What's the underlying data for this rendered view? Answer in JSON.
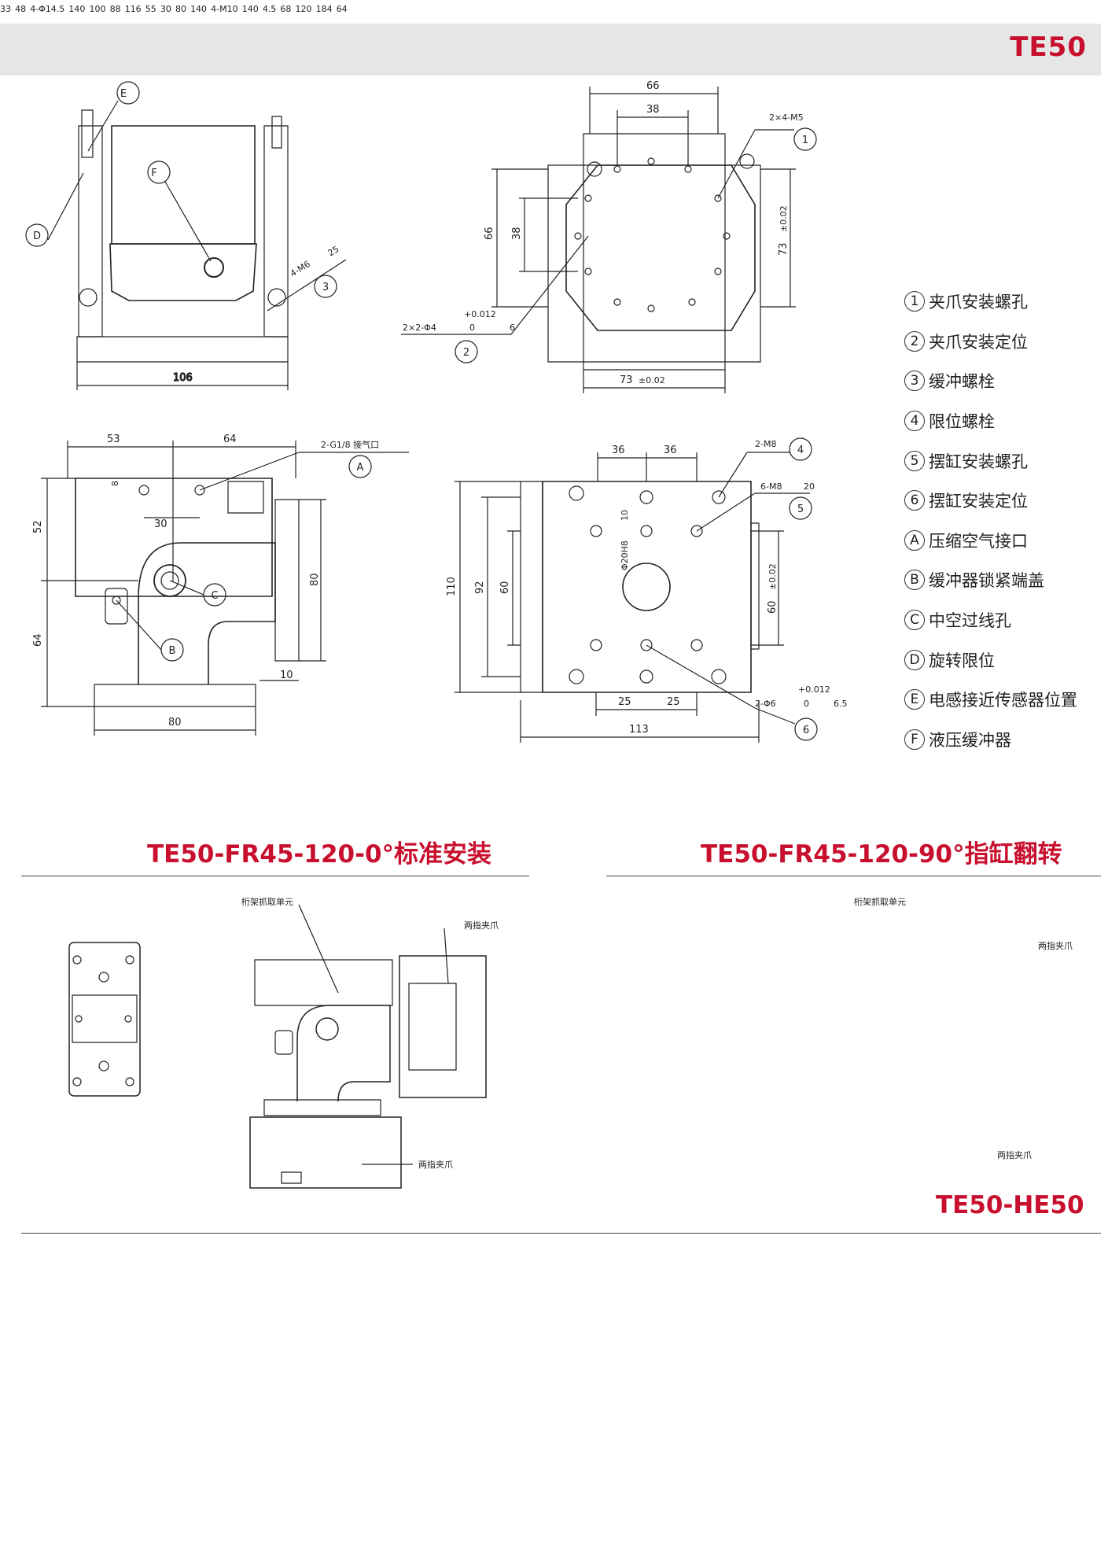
{
  "header": {
    "model": "TE50"
  },
  "legend": [
    {
      "mark": "1",
      "text": "夹爪安装螺孔"
    },
    {
      "mark": "2",
      "text": "夹爪安装定位"
    },
    {
      "mark": "3",
      "text": "缓冲螺栓"
    },
    {
      "mark": "4",
      "text": "限位螺栓"
    },
    {
      "mark": "5",
      "text": "摆缸安装螺孔"
    },
    {
      "mark": "6",
      "text": "摆缸安装定位"
    },
    {
      "mark": "A",
      "text": "压缩空气接口"
    },
    {
      "mark": "B",
      "text": "缓冲器锁紧端盖"
    },
    {
      "mark": "C",
      "text": "中空过线孔"
    },
    {
      "mark": "D",
      "text": "旋转限位"
    },
    {
      "mark": "E",
      "text": "电感接近传感器位置"
    },
    {
      "mark": "F",
      "text": "液压缓冲器"
    }
  ],
  "view1": {
    "width": "106",
    "e": "E",
    "f": "F",
    "d": "D",
    "c3": "3",
    "bolt": "4-M6",
    "depth": "25"
  },
  "view2": {
    "w66": "66",
    "w38": "38",
    "h66": "66",
    "h38": "38",
    "h73": "73",
    "tol73v": "±0.02",
    "w73": "73",
    "tol73h": "±0.02",
    "holes1": "2×4-M5",
    "c1": "1",
    "c2": "2",
    "pin": "2×2-Φ4",
    "pintol_up": "+0.012",
    "pintol_dn": "0",
    "pindepth": "6"
  },
  "view3": {
    "w53": "53",
    "w64": "64",
    "h8": "8",
    "w30": "30",
    "h52": "52",
    "h64": "64",
    "h80": "80",
    "w10": "10",
    "w80": "80",
    "port": "2-G1/8 接气口",
    "a": "A",
    "b": "B",
    "c": "C"
  },
  "view4": {
    "w36a": "36",
    "w36b": "36",
    "h110": "110",
    "h92": "92",
    "h60": "60",
    "bore": "Φ20H8",
    "boredepth": "10",
    "h60r": "60",
    "tol60": "±0.02",
    "w25a": "25",
    "w25b": "25",
    "w113": "113",
    "m8": "2-M8",
    "c4": "4",
    "m8d": "6-M8",
    "m8depth": "20",
    "c5": "5",
    "pin": "2-Φ6",
    "pintol_up": "+0.012",
    "pintol_dn": "0",
    "pindepth": "6.5",
    "c6": "6"
  },
  "sections": {
    "s1": "TE50-FR45-120-0°标准安装",
    "s2": "TE50-FR45-120-90°指缸翻转",
    "s3": "TE50-HE50"
  },
  "assembly1": {
    "unit": "桁架抓取单元",
    "gripper_a": "两指夹爪",
    "gripper_b": "两指夹爪"
  },
  "assembly2": {
    "unit": "桁架抓取单元",
    "gripper_a": "两指夹爪",
    "gripper_b": "两指夹爪"
  },
  "plate": {
    "w33": "33",
    "w48": "48",
    "holes": "4-Φ14.5",
    "h140": "140",
    "h100": "100",
    "h88": "88",
    "h116": "116",
    "w55": "55",
    "w30": "30",
    "w80": "80",
    "w140": "140",
    "m10": "4-M10"
  },
  "side": {
    "w140": "140",
    "h45": "4.5",
    "h68": "68",
    "h120": "120",
    "h184": "184",
    "h64": "64"
  }
}
